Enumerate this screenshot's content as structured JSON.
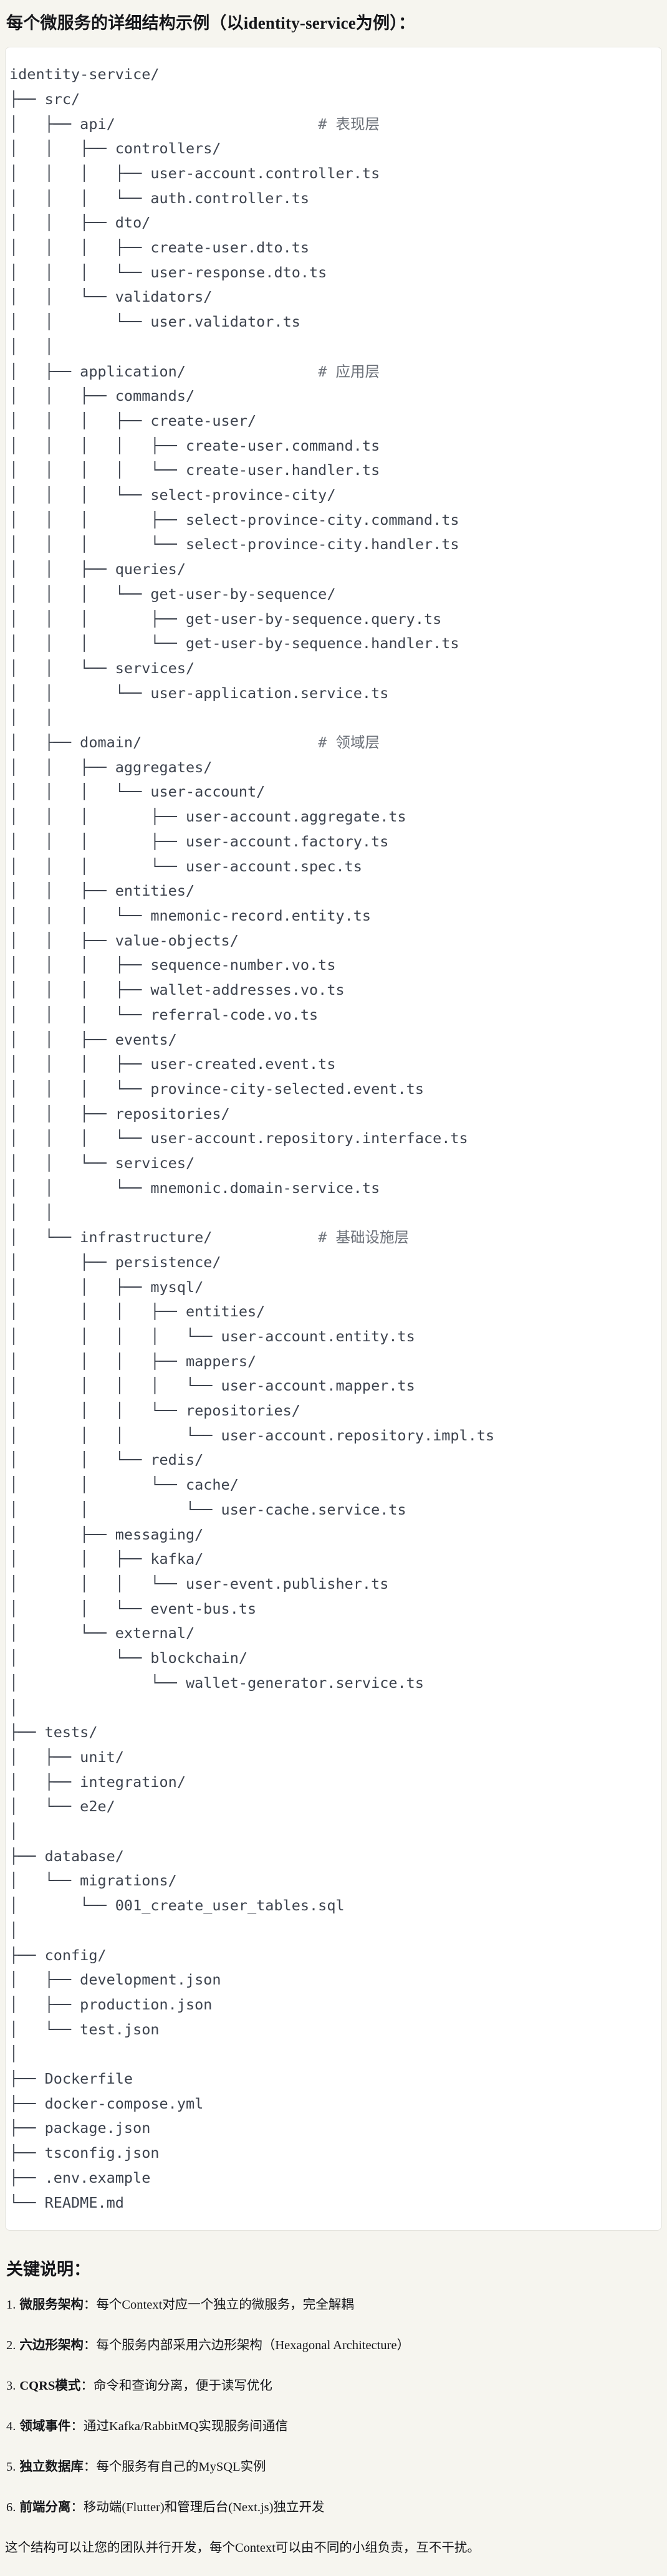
{
  "header": {
    "title": "每个微服务的详细结构示例（以identity-service为例）："
  },
  "tree": {
    "lines": [
      "identity-service/",
      "├── src/",
      "│   ├── api/                       # 表现层",
      "│   │   ├── controllers/",
      "│   │   │   ├── user-account.controller.ts",
      "│   │   │   └── auth.controller.ts",
      "│   │   ├── dto/",
      "│   │   │   ├── create-user.dto.ts",
      "│   │   │   └── user-response.dto.ts",
      "│   │   └── validators/",
      "│   │       └── user.validator.ts",
      "│   │",
      "│   ├── application/               # 应用层",
      "│   │   ├── commands/",
      "│   │   │   ├── create-user/",
      "│   │   │   │   ├── create-user.command.ts",
      "│   │   │   │   └── create-user.handler.ts",
      "│   │   │   └── select-province-city/",
      "│   │   │       ├── select-province-city.command.ts",
      "│   │   │       └── select-province-city.handler.ts",
      "│   │   ├── queries/",
      "│   │   │   └── get-user-by-sequence/",
      "│   │   │       ├── get-user-by-sequence.query.ts",
      "│   │   │       └── get-user-by-sequence.handler.ts",
      "│   │   └── services/",
      "│   │       └── user-application.service.ts",
      "│   │",
      "│   ├── domain/                    # 领域层",
      "│   │   ├── aggregates/",
      "│   │   │   └── user-account/",
      "│   │   │       ├── user-account.aggregate.ts",
      "│   │   │       ├── user-account.factory.ts",
      "│   │   │       └── user-account.spec.ts",
      "│   │   ├── entities/",
      "│   │   │   └── mnemonic-record.entity.ts",
      "│   │   ├── value-objects/",
      "│   │   │   ├── sequence-number.vo.ts",
      "│   │   │   ├── wallet-addresses.vo.ts",
      "│   │   │   └── referral-code.vo.ts",
      "│   │   ├── events/",
      "│   │   │   ├── user-created.event.ts",
      "│   │   │   └── province-city-selected.event.ts",
      "│   │   ├── repositories/",
      "│   │   │   └── user-account.repository.interface.ts",
      "│   │   └── services/",
      "│   │       └── mnemonic.domain-service.ts",
      "│   │",
      "│   └── infrastructure/            # 基础设施层",
      "│       ├── persistence/",
      "│       │   ├── mysql/",
      "│       │   │   ├── entities/",
      "│       │   │   │   └── user-account.entity.ts",
      "│       │   │   ├── mappers/",
      "│       │   │   │   └── user-account.mapper.ts",
      "│       │   │   └── repositories/",
      "│       │   │       └── user-account.repository.impl.ts",
      "│       │   └── redis/",
      "│       │       └── cache/",
      "│       │           └── user-cache.service.ts",
      "│       ├── messaging/",
      "│       │   ├── kafka/",
      "│       │   │   └── user-event.publisher.ts",
      "│       │   └── event-bus.ts",
      "│       └── external/",
      "│           └── blockchain/",
      "│               └── wallet-generator.service.ts",
      "│",
      "├── tests/",
      "│   ├── unit/",
      "│   ├── integration/",
      "│   └── e2e/",
      "│",
      "├── database/",
      "│   └── migrations/",
      "│       └── 001_create_user_tables.sql",
      "│",
      "├── config/",
      "│   ├── development.json",
      "│   ├── production.json",
      "│   └── test.json",
      "│",
      "├── Dockerfile",
      "├── docker-compose.yml",
      "├── package.json",
      "├── tsconfig.json",
      "├── .env.example",
      "└── README.md"
    ]
  },
  "notes": {
    "heading": "关键说明：",
    "items": [
      {
        "num": "1.",
        "term": "微服务架构",
        "desc": "：每个Context对应一个独立的微服务，完全解耦"
      },
      {
        "num": "2.",
        "term": "六边形架构",
        "desc": "：每个服务内部采用六边形架构（Hexagonal Architecture）"
      },
      {
        "num": "3.",
        "term": "CQRS模式",
        "desc": "：命令和查询分离，便于读写优化"
      },
      {
        "num": "4.",
        "term": "领域事件",
        "desc": "：通过Kafka/RabbitMQ实现服务间通信"
      },
      {
        "num": "5.",
        "term": "独立数据库",
        "desc": "：每个服务有自己的MySQL实例"
      },
      {
        "num": "6.",
        "term": "前端分离",
        "desc": "：移动端(Flutter)和管理后台(Next.js)独立开发"
      }
    ],
    "closing": "这个结构可以让您的团队并行开发，每个Context可以由不同的小组负责，互不干扰。"
  },
  "colors": {
    "page_bg": "#f6f5ef",
    "code_bg": "#ffffff",
    "code_border": "#e4e3dd",
    "code_text": "#3d434e",
    "comment_text": "#6b7078",
    "body_text": "#15161a"
  }
}
